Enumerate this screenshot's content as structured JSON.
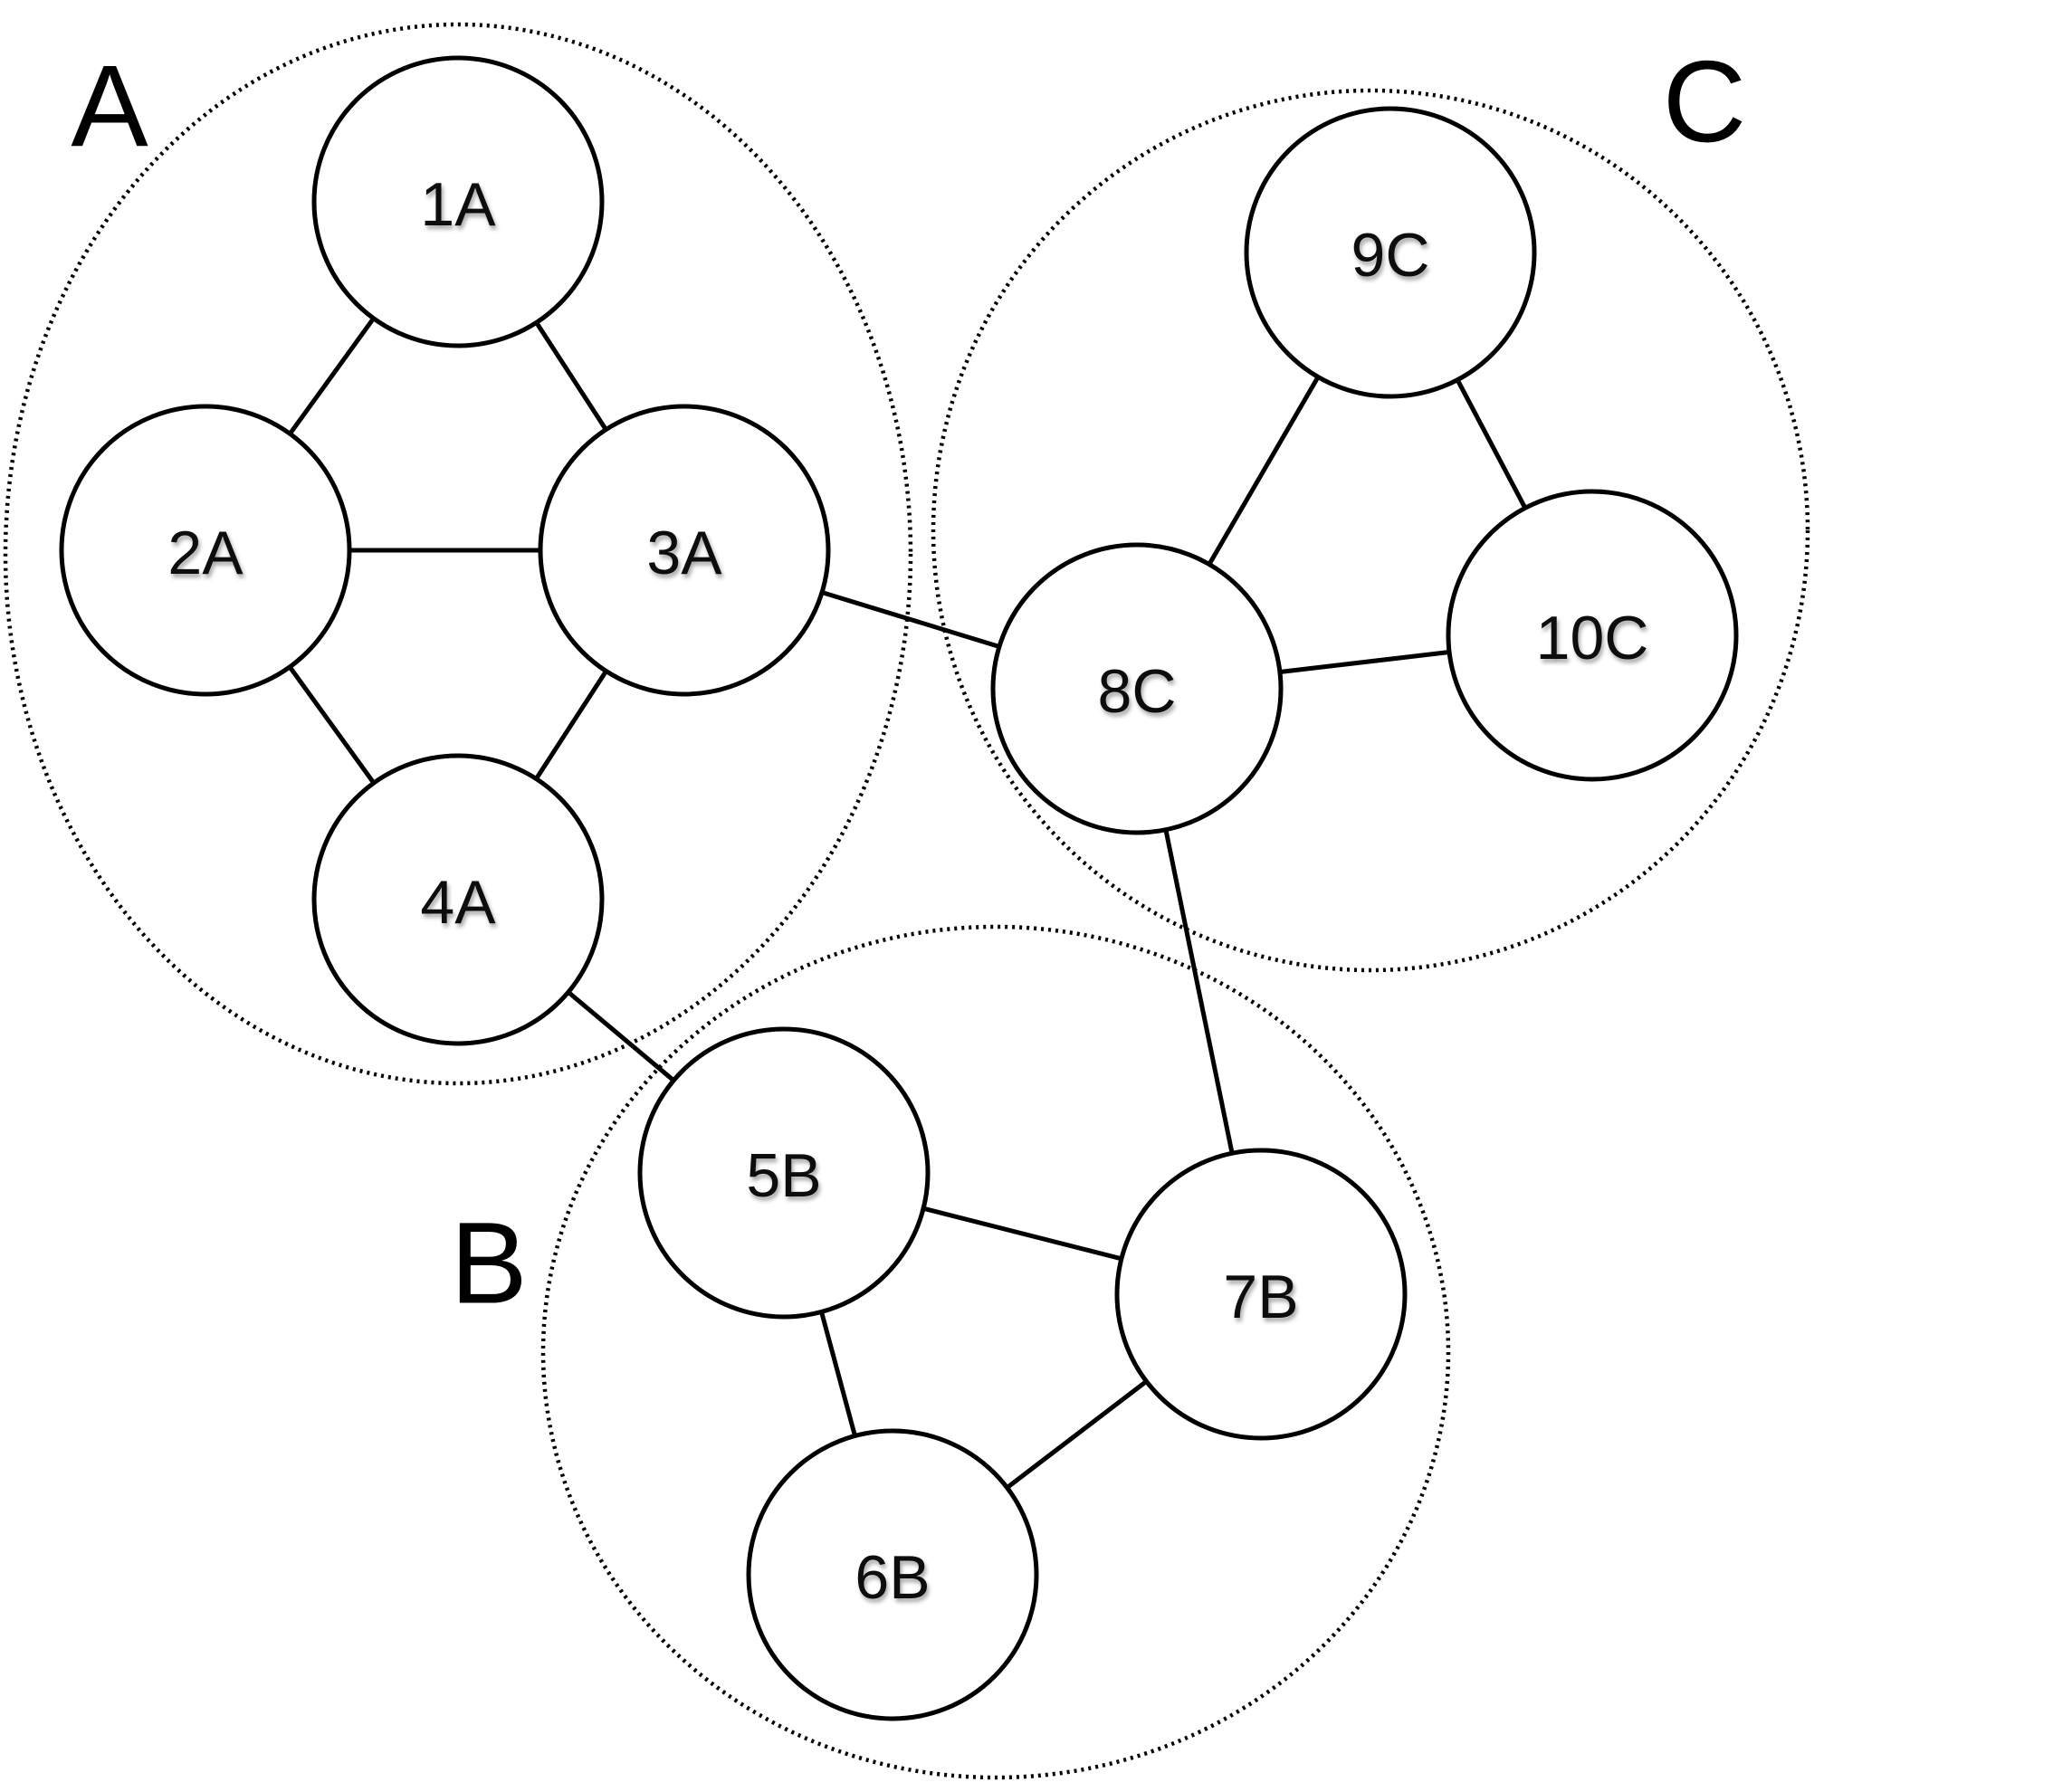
{
  "clusters": [
    {
      "id": "A",
      "label": "A"
    },
    {
      "id": "B",
      "label": "B"
    },
    {
      "id": "C",
      "label": "C"
    }
  ],
  "nodes": [
    {
      "id": "1A",
      "label": "1A",
      "cluster": "A"
    },
    {
      "id": "2A",
      "label": "2A",
      "cluster": "A"
    },
    {
      "id": "3A",
      "label": "3A",
      "cluster": "A"
    },
    {
      "id": "4A",
      "label": "4A",
      "cluster": "A"
    },
    {
      "id": "5B",
      "label": "5B",
      "cluster": "B"
    },
    {
      "id": "6B",
      "label": "6B",
      "cluster": "B"
    },
    {
      "id": "7B",
      "label": "7B",
      "cluster": "B"
    },
    {
      "id": "8C",
      "label": "8C",
      "cluster": "C"
    },
    {
      "id": "9C",
      "label": "9C",
      "cluster": "C"
    },
    {
      "id": "10C",
      "label": "10C",
      "cluster": "C"
    }
  ],
  "edges": [
    {
      "from": "1A",
      "to": "2A"
    },
    {
      "from": "1A",
      "to": "3A"
    },
    {
      "from": "2A",
      "to": "3A"
    },
    {
      "from": "2A",
      "to": "4A"
    },
    {
      "from": "3A",
      "to": "4A"
    },
    {
      "from": "3A",
      "to": "8C"
    },
    {
      "from": "4A",
      "to": "5B"
    },
    {
      "from": "5B",
      "to": "7B"
    },
    {
      "from": "5B",
      "to": "6B"
    },
    {
      "from": "6B",
      "to": "7B"
    },
    {
      "from": "7B",
      "to": "8C"
    },
    {
      "from": "8C",
      "to": "9C"
    },
    {
      "from": "8C",
      "to": "10C"
    },
    {
      "from": "9C",
      "to": "10C"
    }
  ],
  "style": {
    "stroke_color": "#000000",
    "node_fill": "#ffffff",
    "background": "#ffffff"
  }
}
